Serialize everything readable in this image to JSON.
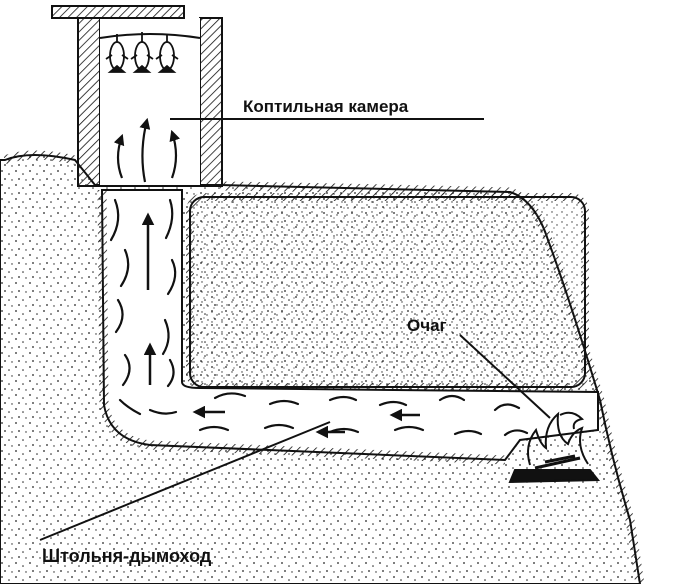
{
  "labels": {
    "smoking_chamber": "Коптильная камера",
    "hearth": "Очаг",
    "smoke_tunnel": "Штольня-дымоход"
  },
  "colors": {
    "ink": "#111111",
    "paper": "#ffffff"
  },
  "elements": {
    "hanging_fish_count": 3
  }
}
